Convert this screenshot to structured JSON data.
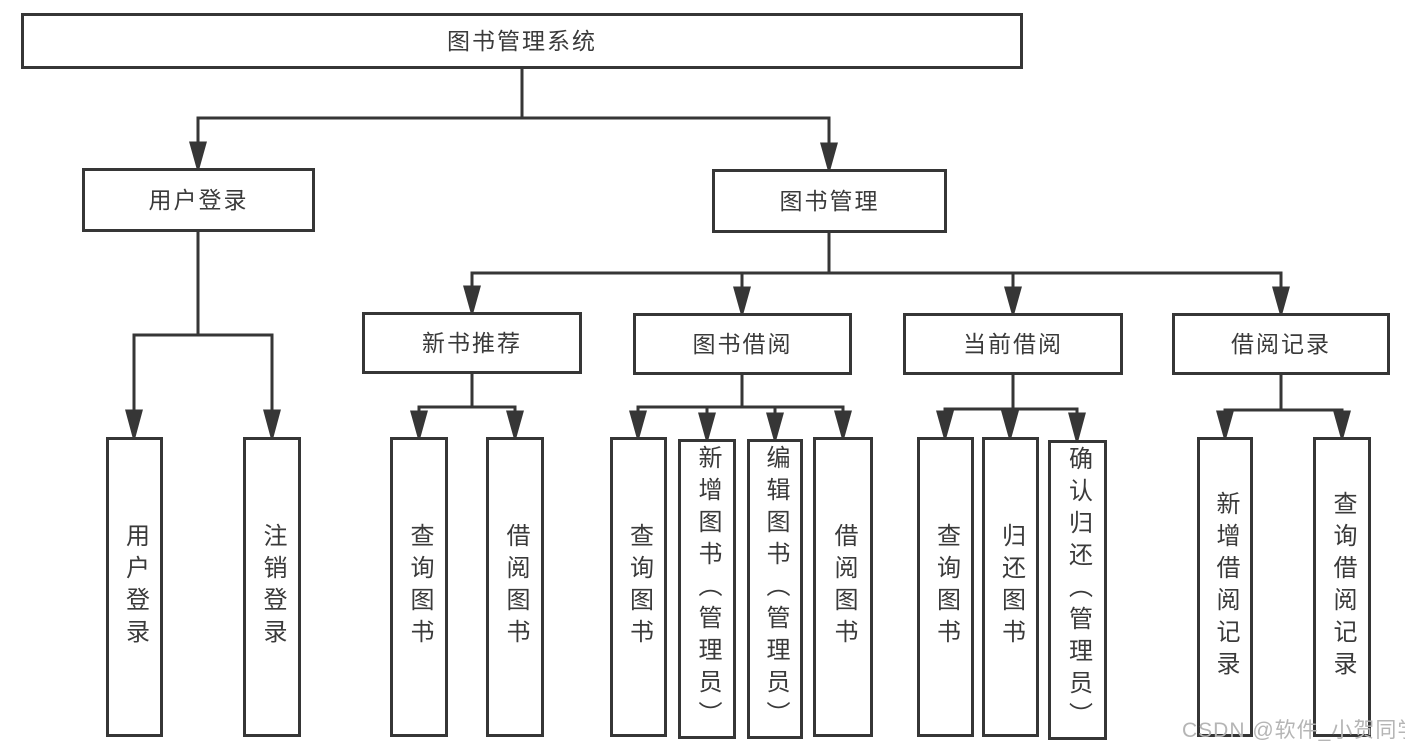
{
  "diagram": {
    "type": "hierarchy-chart",
    "tree": {
      "label": "图书管理系统",
      "children": [
        {
          "label": "用户登录",
          "children": [
            {
              "label": "用户登录"
            },
            {
              "label": "注销登录"
            }
          ]
        },
        {
          "label": "图书管理",
          "children": [
            {
              "label": "新书推荐",
              "children": [
                {
                  "label": "查询图书"
                },
                {
                  "label": "借阅图书"
                }
              ]
            },
            {
              "label": "图书借阅",
              "children": [
                {
                  "label": "查询图书"
                },
                {
                  "label": "新增图书（管理员）"
                },
                {
                  "label": "编辑图书（管理员）"
                },
                {
                  "label": "借阅图书"
                }
              ]
            },
            {
              "label": "当前借阅",
              "children": [
                {
                  "label": "查询图书"
                },
                {
                  "label": "归还图书"
                },
                {
                  "label": "确认归还（管理员）"
                }
              ]
            },
            {
              "label": "借阅记录",
              "children": [
                {
                  "label": "新增借阅记录"
                },
                {
                  "label": "查询借阅记录"
                }
              ]
            }
          ]
        }
      ]
    },
    "colors": {
      "line": "#363636",
      "box_background": "#ffffff",
      "text": "#3a3a3a",
      "watermark": "#b5b5b5"
    }
  },
  "watermark": {
    "text": "CSDN @软件_小贺同学"
  }
}
